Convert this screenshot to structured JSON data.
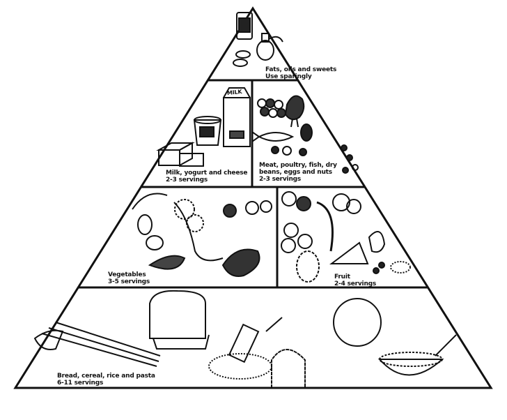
{
  "pyramid": {
    "fats": {
      "title": "Fats, oils and sweets",
      "servings": "Use sparingly"
    },
    "milk": {
      "title": "Milk, yogurt and cheese",
      "servings": "2-3 servings",
      "carton_label": "MILK"
    },
    "meat": {
      "title_line1": "Meat, poultry, fish, dry",
      "title_line2": "beans, eggs and nuts",
      "servings": "2-3 servings"
    },
    "vegetables": {
      "title": "Vegetables",
      "servings": "3-5 servings"
    },
    "fruit": {
      "title": "Fruit",
      "servings": "2-4 servings"
    },
    "bread": {
      "title": "Bread, cereal, rice and pasta",
      "servings": "6-11 servings"
    }
  },
  "colors": {
    "line": "#111111",
    "background": "#ffffff"
  }
}
